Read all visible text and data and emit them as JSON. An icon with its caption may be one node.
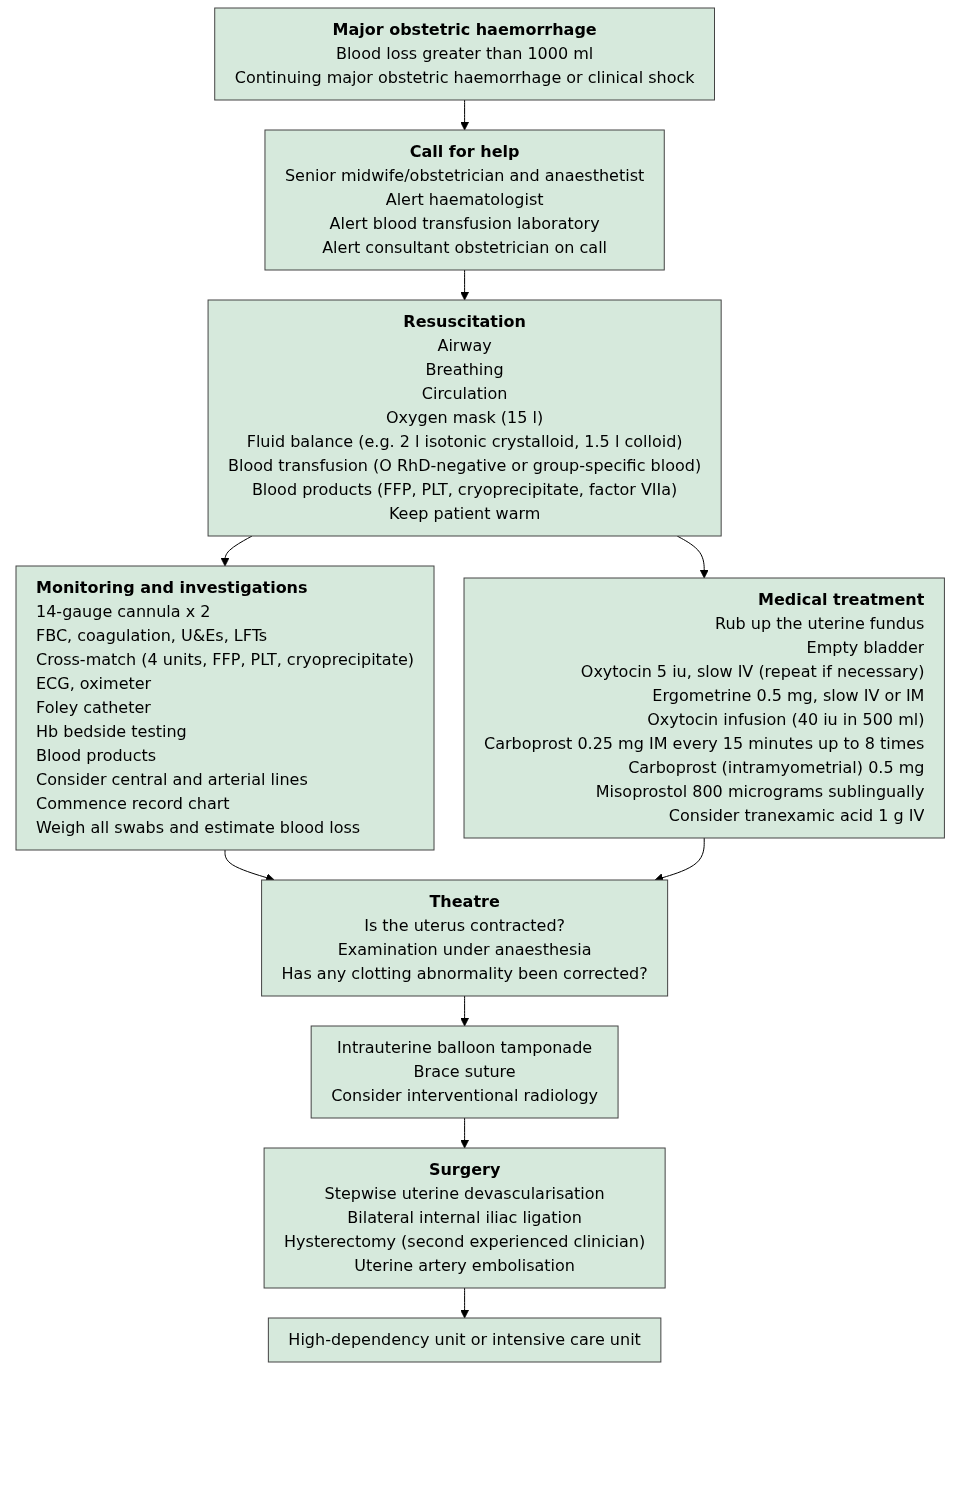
{
  "diagram": {
    "nodes": [
      {
        "text": [
          "Major obstetric haemorrhage",
          "Blood loss greater than 1000 ml",
          "Continuing major obstetric haemorrhage or clinical shock"
        ]
      },
      {
        "text": [
          "Call for help",
          "Senior midwife/obstetrician and anaesthetist",
          "Alert haematologist",
          "Alert blood transfusion laboratory",
          "Alert consultant obstetrician on call"
        ]
      },
      {
        "text": [
          "Resuscitation",
          "Airway",
          "Breathing",
          "Circulation",
          "Oxygen mask (15 l)",
          "Fluid balance (e.g. 2 l isotonic crystalloid, 1.5 l colloid)",
          "Blood transfusion (O RhD-negative or group-specific blood)",
          "Blood products (FFP, PLT, cryoprecipitate, factor VIIa)",
          "Keep patient warm"
        ]
      },
      {
        "text": [
          "Monitoring and investigations",
          "14-gauge cannula x 2",
          "FBC, coagulation, U&Es, LFTs",
          "Cross-match (4 units, FFP, PLT, cryoprecipitate)",
          "ECG, oximeter",
          "Foley catheter",
          "Hb bedside testing",
          "Blood products",
          "Consider central and arterial lines",
          "Commence record chart",
          "Weigh all swabs and estimate blood loss"
        ]
      },
      {
        "text": [
          "Medical treatment",
          "Rub up the uterine fundus",
          "Empty bladder",
          "Oxytocin 5 iu, slow IV (repeat if necessary)",
          "Ergometrine 0.5 mg, slow IV or IM",
          "Oxytocin infusion (40 iu in 500 ml)",
          "Carboprost 0.25 mg IM every 15 minutes up to 8 times",
          "Carboprost (intramyometrial) 0.5 mg",
          "Misoprostol 800 micrograms sublingually",
          "Consider tranexamic acid 1 g IV"
        ]
      },
      {
        "text": [
          "Theatre",
          "Is the uterus contracted?",
          "Examination under anaesthesia",
          "Has any clotting abnormality been corrected?"
        ]
      },
      {
        "text": [
          "Intrauterine balloon tamponade",
          "Brace suture",
          "Consider interventional radiology"
        ]
      },
      {
        "text": [
          "Surgery",
          "Stepwise uterine devascularisation",
          "Bilateral internal iliac ligation",
          "Hysterectomy (second experienced clinician)",
          "Uterine artery embolisation"
        ]
      },
      {
        "text": [
          "High-dependency unit or intensive care unit"
        ]
      }
    ],
    "edges": [
      {
        "from": 0,
        "to": 1,
        "arrow": "to"
      },
      {
        "from": 1,
        "to": 2,
        "arrow": "to"
      },
      {
        "from": 2,
        "to": 3,
        "arrow": "to"
      },
      {
        "from": 2,
        "to": 4,
        "arrow": "to"
      },
      {
        "from": 3,
        "to": 5,
        "arrow": "to"
      },
      {
        "from": 4,
        "to": 5,
        "arrow": "to"
      },
      {
        "from": 5,
        "to": 6,
        "arrow": "to"
      },
      {
        "from": 6,
        "to": 7,
        "arrow": "to"
      },
      {
        "from": 7,
        "to": 8,
        "arrow": "to"
      }
    ]
  }
}
